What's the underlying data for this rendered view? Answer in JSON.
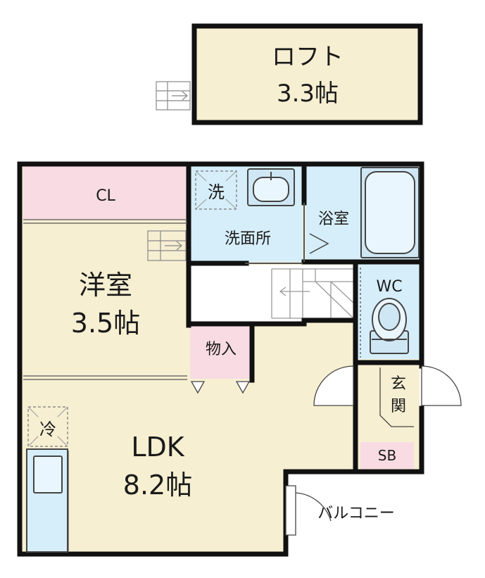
{
  "colors": {
    "wall": "#111111",
    "room_floor": "#f7efd2",
    "closet": "#f8dbe3",
    "wet_area": "#d6eef9",
    "fixture_fill": "#cfe7f4",
    "stair_line": "#999999",
    "white": "#ffffff"
  },
  "loft": {
    "name": "ロフト",
    "size": "3.3帖"
  },
  "rooms": {
    "western": {
      "name": "洋室",
      "size": "3.5帖"
    },
    "ldk": {
      "name": "LDK",
      "size": "8.2帖"
    },
    "closet": "CL",
    "washroom": "洗面所",
    "bath": "浴室",
    "wc": "WC",
    "storage": "物入",
    "entrance": "玄関",
    "shoe_box": "SB",
    "balcony": "バルコニー",
    "washer": "洗",
    "fridge": "冷"
  },
  "icons": [
    "ladder-icon",
    "stairs-icon",
    "sink-icon",
    "bathtub-icon",
    "toilet-icon",
    "door-swing-icon",
    "washer-icon",
    "fridge-icon"
  ]
}
